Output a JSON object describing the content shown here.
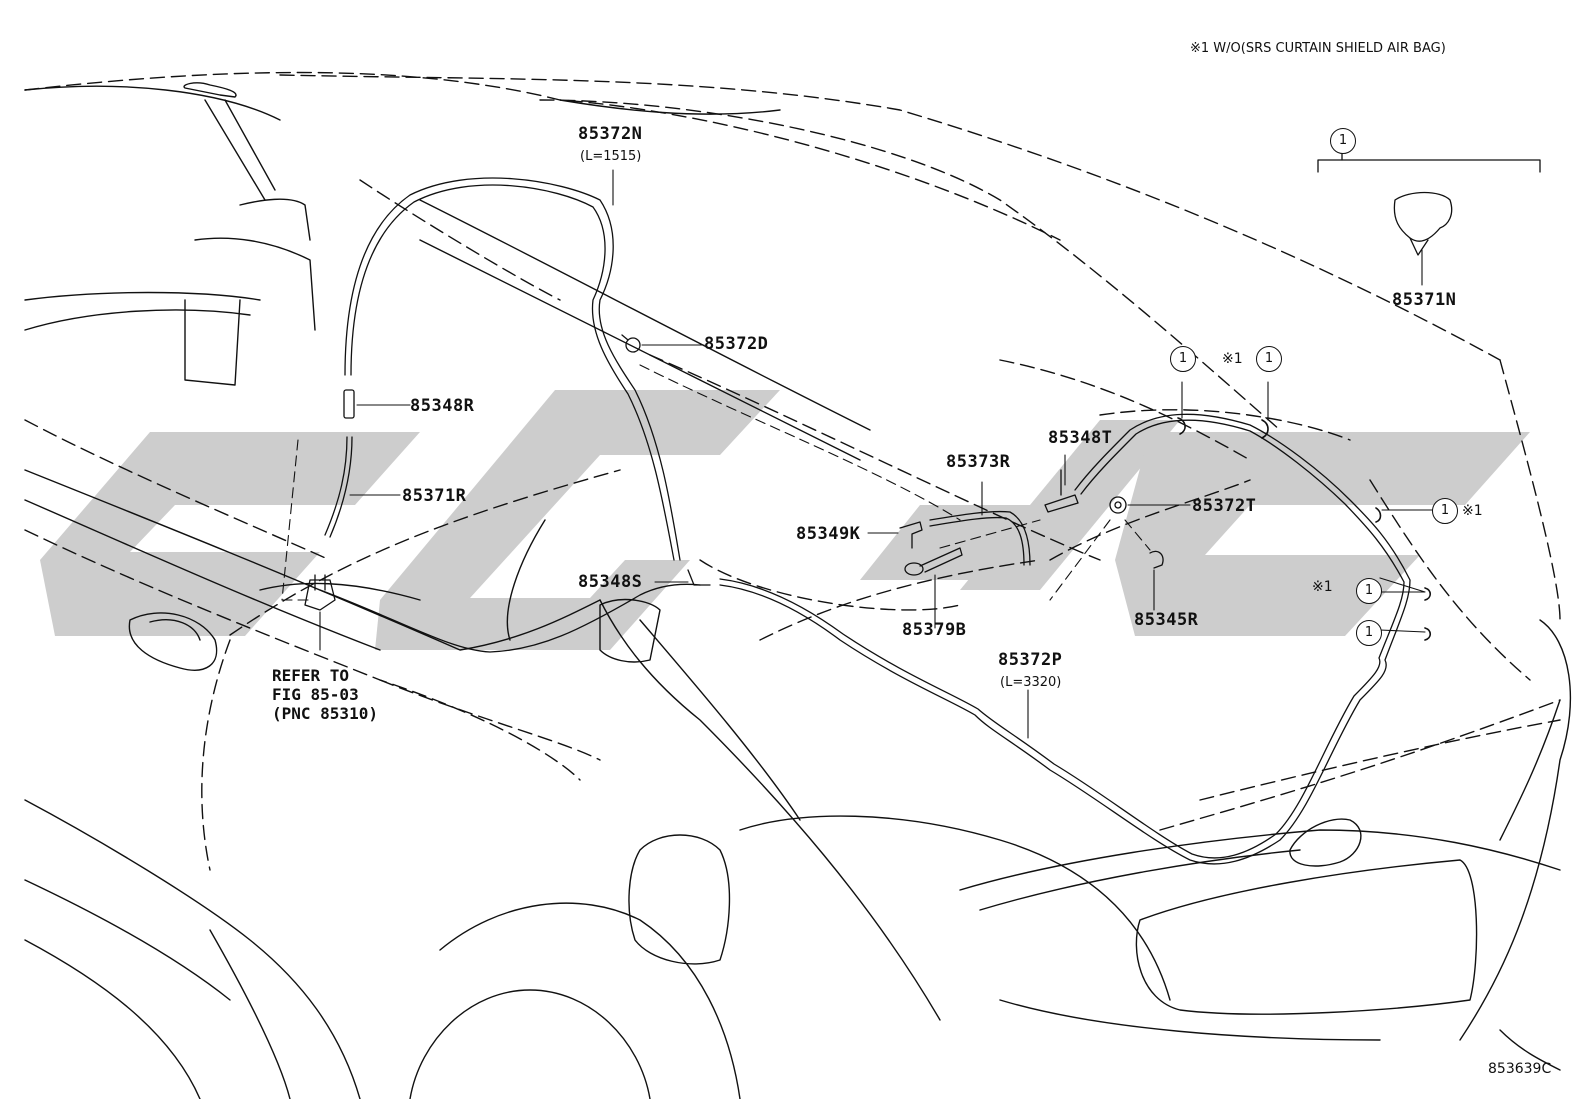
{
  "header_note": "※1 W/O(SRS CURTAIN SHIELD AIR BAG)",
  "diagram_code": "853639C",
  "note_mark": "※1",
  "colors": {
    "line": "#111111",
    "watermark": "#c8c8c8"
  },
  "legend": {
    "callout_number": "1",
    "part": "85371N"
  },
  "parts": {
    "p85372N": "85372N",
    "p85372N_len": "(L=1515)",
    "p85372D": "85372D",
    "p85348R": "85348R",
    "p85371R": "85371R",
    "p85348S": "85348S",
    "p85373R": "85373R",
    "p85348T": "85348T",
    "p85349K": "85349K",
    "p85372T": "85372T",
    "p85379B": "85379B",
    "p85345R": "85345R",
    "p85372P": "85372P",
    "p85372P_len": "(L=3320)"
  },
  "refer": {
    "line1": "REFER TO",
    "line2": "FIG 85-03",
    "line3": "(PNC 85310)"
  },
  "callouts": [
    "1",
    "1",
    "1",
    "1",
    "1"
  ]
}
